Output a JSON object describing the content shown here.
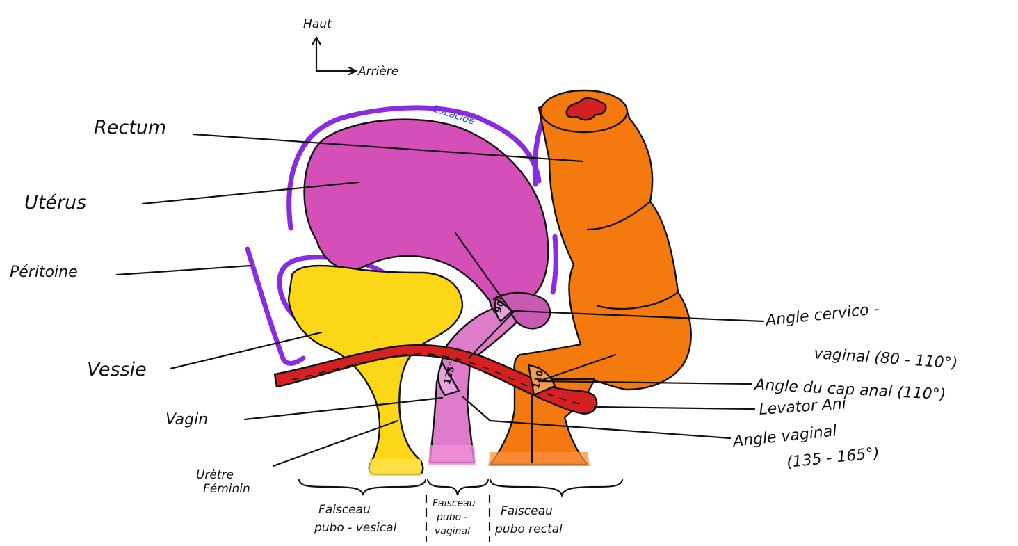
{
  "colors": {
    "uterus": "#d44fb8",
    "rectum": "#f47a10",
    "bladder": "#fcd717",
    "peritoneum": "#8a2be2",
    "levator": "#d42020",
    "signature": "#1f3fe0"
  },
  "orientation": {
    "up_label": "Haut",
    "back_label": "Arrière"
  },
  "signature": "Lucacide",
  "labels": {
    "rectum": "Rectum",
    "uterus": "Utérus",
    "peritoneum": "Péritoine",
    "bladder": "Vessie",
    "vagina": "Vagin",
    "urethra_line1": "Urètre",
    "urethra_line2": "Féminin",
    "cervico_vaginal_line1": "Angle cervico -",
    "cervico_vaginal_line2": "vaginal (80 - 110°)",
    "anal_canal_angle": "Angle du cap anal (110°)",
    "levator_ani": "Levator Ani",
    "vaginal_angle_line1": "Angle vaginal",
    "vaginal_angle_line2": "(135 - 165°)"
  },
  "angles": {
    "cervico_vaginal": "90°",
    "vaginal": "135°",
    "anal": "110°"
  },
  "bundles": [
    {
      "line1": "Faisceau",
      "line2": "pubo - vesical"
    },
    {
      "line1": "Faisceau",
      "line2": "pubo -",
      "line3": "vaginal"
    },
    {
      "line1": "Faisceau",
      "line2": "pubo rectal"
    }
  ]
}
